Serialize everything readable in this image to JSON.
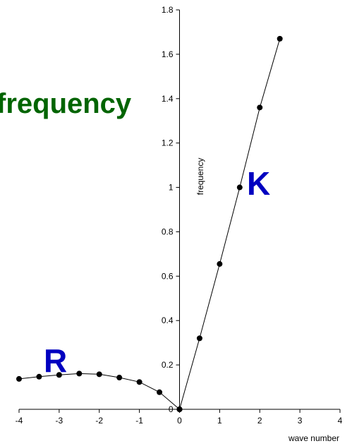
{
  "chart_data": {
    "type": "line",
    "xlabel": "wave number",
    "ylabel": "frequency",
    "xlim": [
      -4,
      4
    ],
    "ylim": [
      0,
      1.8
    ],
    "x_ticks": [
      "-4",
      "-3",
      "-2",
      "-1",
      "0",
      "1",
      "2",
      "3",
      "4"
    ],
    "y_ticks": [
      "0",
      "0.2",
      "0.4",
      "0.6",
      "0.8",
      "1",
      "1.2",
      "1.4",
      "1.6",
      "1.8"
    ],
    "series": [
      {
        "x": [
          -4.0,
          -3.5,
          -3.0,
          -2.5,
          -2.0,
          -1.5,
          -1.0,
          -0.5,
          0.0
        ],
        "y": [
          0.137,
          0.147,
          0.155,
          0.161,
          0.158,
          0.143,
          0.123,
          0.077,
          0.0
        ]
      },
      {
        "x": [
          0.0,
          0.5,
          1.0,
          1.5,
          2.0,
          2.5
        ],
        "y": [
          0.0,
          0.32,
          0.655,
          1.0,
          1.36,
          1.67
        ]
      }
    ],
    "annotations": [
      {
        "text": "frequency",
        "color": "#006400"
      },
      {
        "text": "K",
        "color": "#0000c0"
      },
      {
        "text": "R",
        "color": "#0000c0"
      }
    ],
    "grid": false,
    "line_color": "#000000",
    "marker_color": "#000000"
  }
}
